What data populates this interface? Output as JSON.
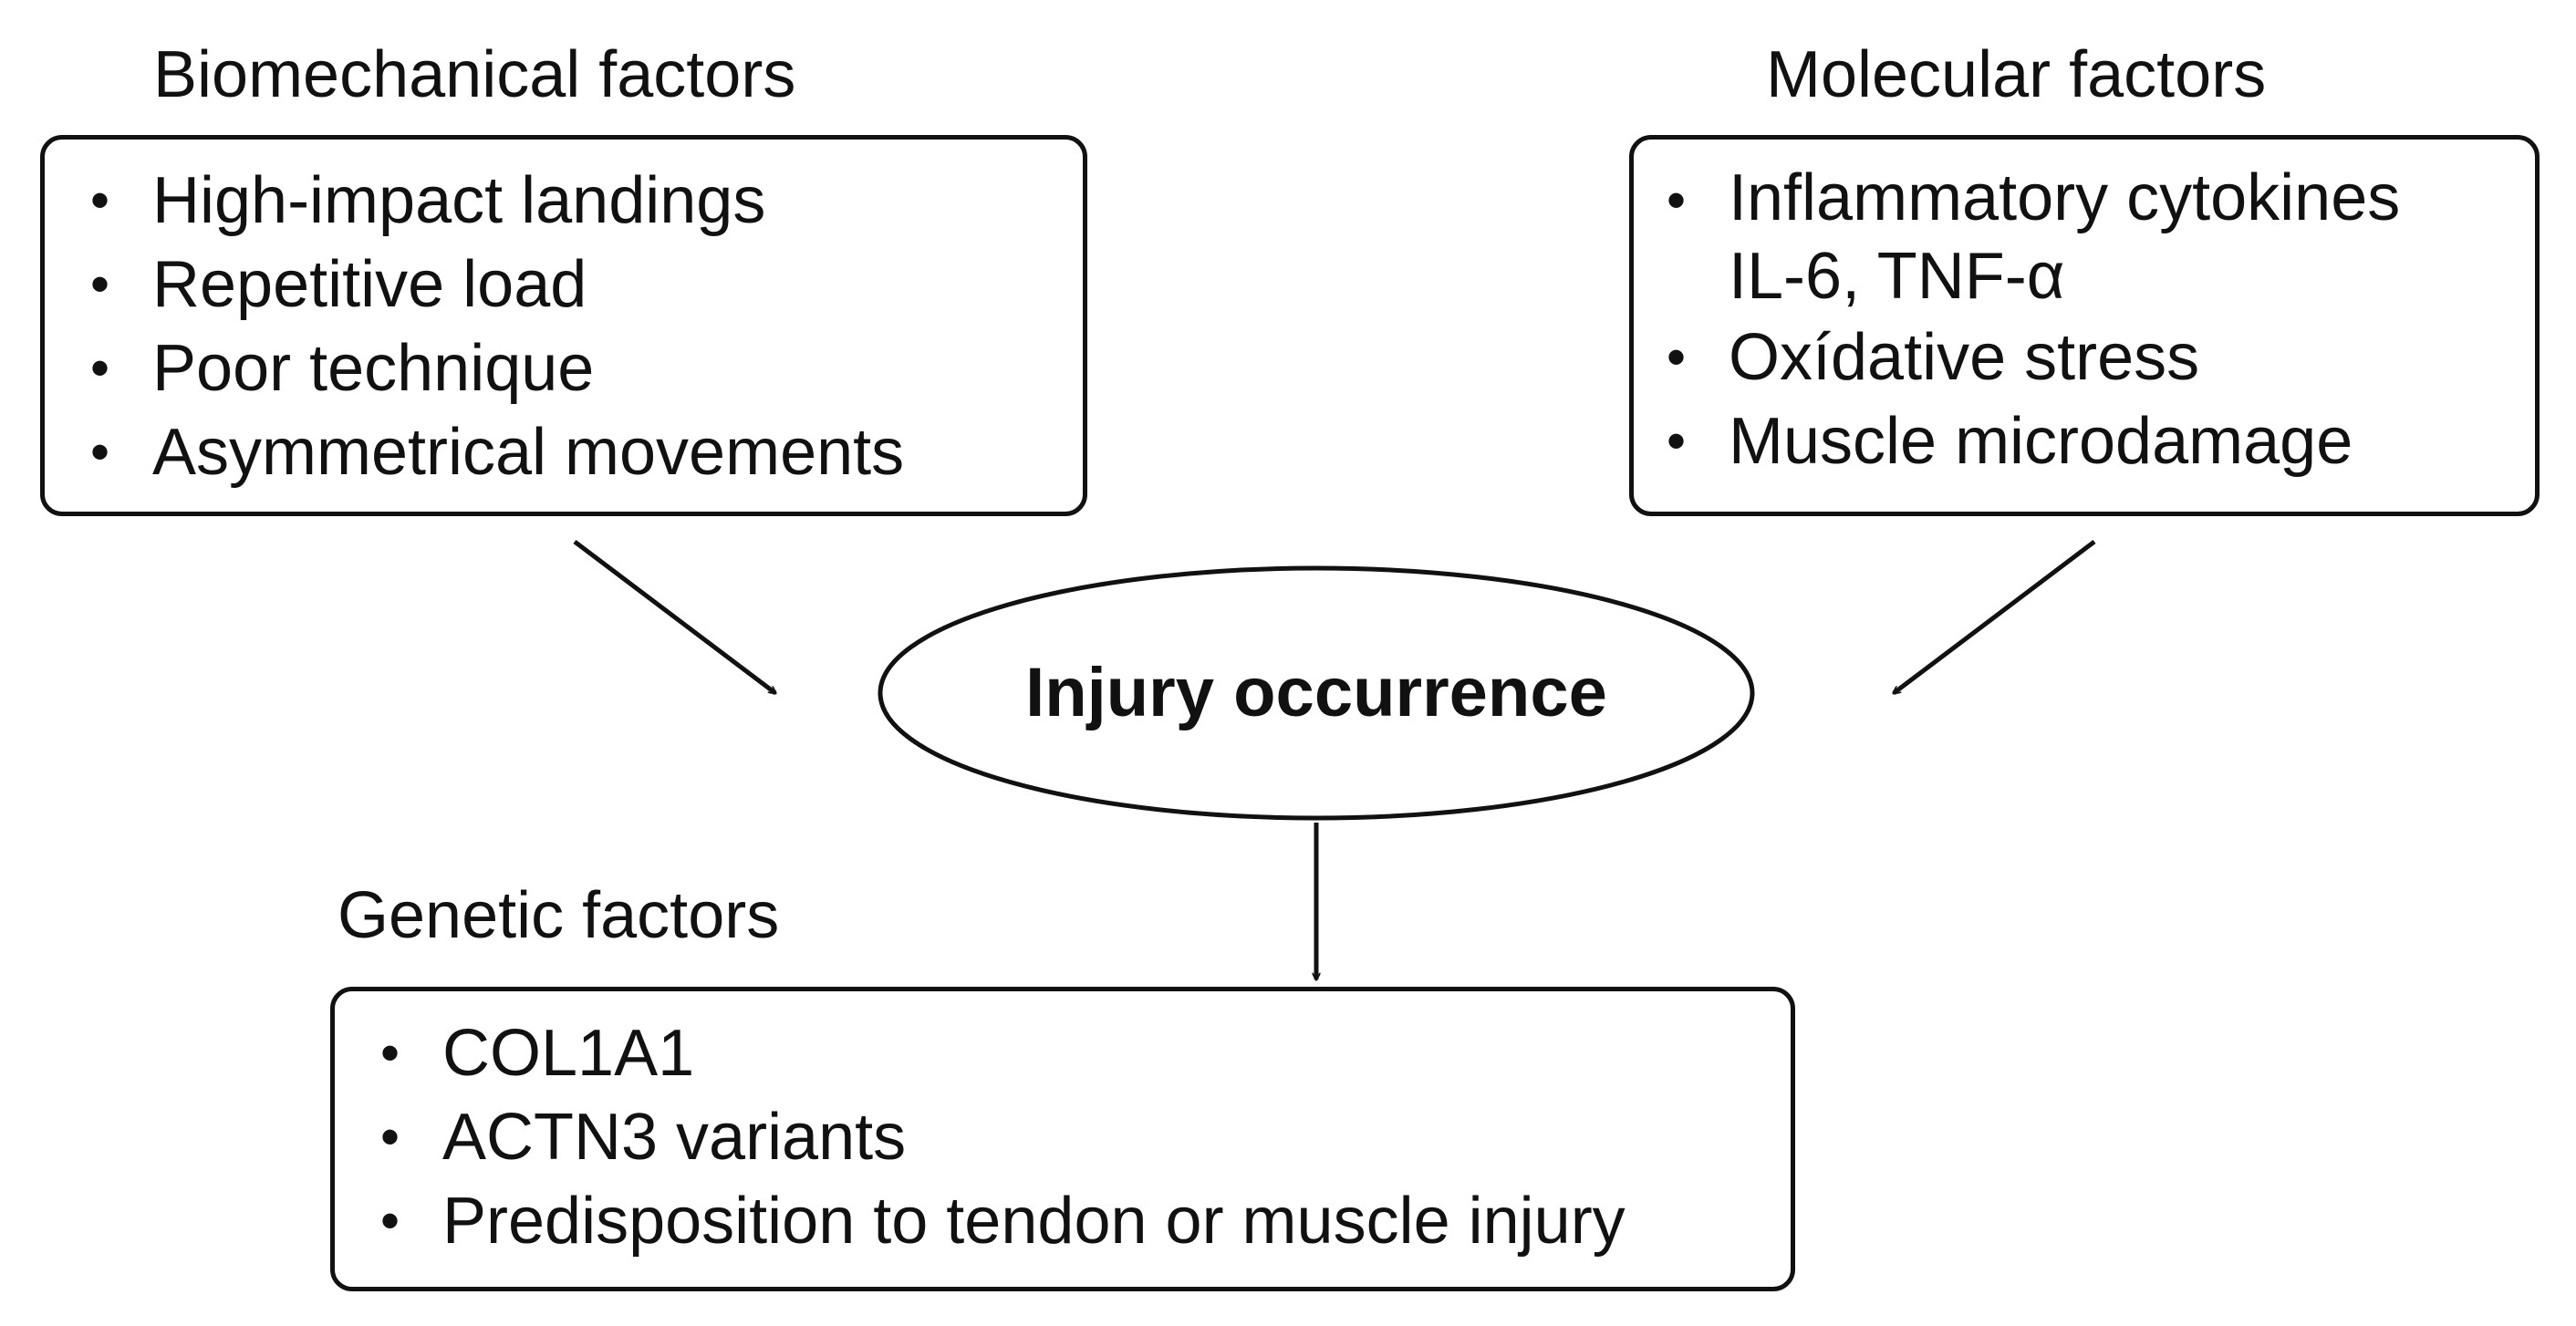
{
  "biomechanical": {
    "title": "Biomechanical factors",
    "items": [
      "High-impact landings",
      "Repetitive load",
      "Poor technique",
      "Asymmetrical movements"
    ]
  },
  "molecular": {
    "title": "Molecular factors",
    "items": [
      "Inflammatory cytokines",
      "IL-6, TNF-α",
      "Oxídative stress",
      "Muscle microdamage"
    ]
  },
  "center": {
    "label": "Injury occurrence"
  },
  "genetic": {
    "title": "Genetic factors",
    "items": [
      "COL1A1",
      "ACTN3 variants",
      "Predisposition to tendon or muscle injury"
    ]
  },
  "bullet_symbol": "•",
  "colors": {
    "line": "#111111",
    "background": "#ffffff"
  }
}
